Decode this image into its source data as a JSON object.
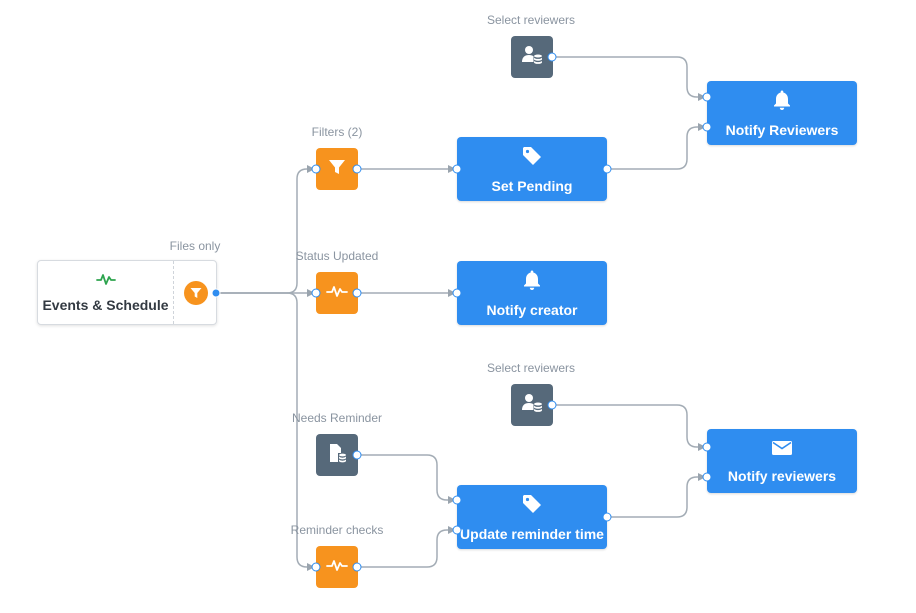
{
  "start_node": {
    "title": "Events & Schedule",
    "filter_label": "Files only",
    "icon": "activity-icon",
    "filter_icon": "filter-icon"
  },
  "branches": {
    "filters": {
      "label": "Filters (2)",
      "icon": "filter-icon"
    },
    "status_updated": {
      "label": "Status Updated",
      "icon": "activity-icon"
    },
    "needs_reminder": {
      "label": "Needs Reminder",
      "icon": "document-database-icon"
    },
    "reminder_checks": {
      "label": "Reminder checks",
      "icon": "activity-icon"
    }
  },
  "reviewer_sources": {
    "top": {
      "label": "Select reviewers",
      "icon": "user-database-icon"
    },
    "bottom": {
      "label": "Select reviewers",
      "icon": "user-database-icon"
    }
  },
  "actions": {
    "set_pending": {
      "title": "Set Pending",
      "icon": "tag-icon"
    },
    "notify_creator": {
      "title": "Notify creator",
      "icon": "bell-icon"
    },
    "update_reminder": {
      "title": "Update reminder time",
      "icon": "tag-icon"
    },
    "notify_reviewers_top": {
      "title": "Notify Reviewers",
      "icon": "bell-icon"
    },
    "notify_reviewers_bottom": {
      "title": "Notify reviewers",
      "icon": "mail-icon"
    }
  },
  "colors": {
    "action_blue": "#2f8df0",
    "trigger_orange": "#f7931e",
    "source_slate": "#56697a",
    "connector_gray": "#9aa4ae",
    "activity_green": "#2ea44f"
  }
}
